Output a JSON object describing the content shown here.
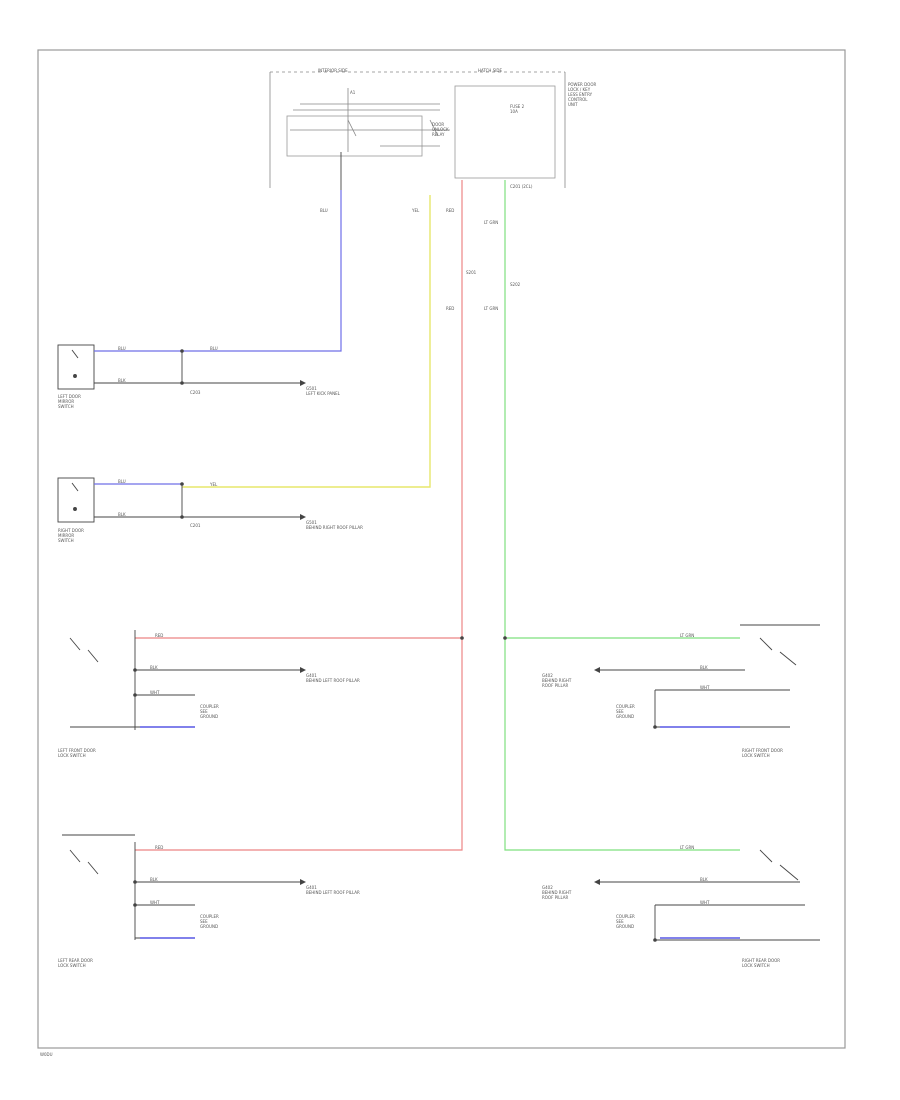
{
  "colors": {
    "frame": "#888888",
    "wire_black": "#333333",
    "wire_blue": "#6f6fe8",
    "wire_yellow": "#e7e76b",
    "wire_red": "#ec8585",
    "wire_green": "#7ee07e",
    "text": "#555555"
  },
  "page_code": "W0DU",
  "control_unit": {
    "header_left": "INTERIOR SIDE",
    "header_right": "HATCH SIDE",
    "desc": "POWER DOOR\nLOCK / KEY\nLESS ENTRY\nCONTROL\nUNIT",
    "relay_label": "DOOR\nUNLOCK\nRELAY",
    "fuse_label": "FUSE 2\n10A",
    "connector": "C201 (2CL)",
    "pin_left": "A1"
  },
  "wires": {
    "blu": "BLU",
    "yel": "YEL",
    "red": "RED",
    "lt_grn": "LT GRN",
    "blk": "BLK",
    "wht": "WHT"
  },
  "splices": {
    "s1": "C203",
    "s2": "C201",
    "s3": "S201",
    "s4": "S202"
  },
  "grounds": {
    "g1": "G501\nLEFT KICK PANEL",
    "g2": "G501\nBEHIND RIGHT ROOF PILLAR",
    "g3": "G401\nBEHIND LEFT ROOF PILLAR",
    "g4": "G401\nBEHIND LEFT ROOF PILLAR",
    "g5": "G402\nBEHIND RIGHT\nROOF PILLAR",
    "g6": "G402\nBEHIND RIGHT\nROOF PILLAR"
  },
  "components": {
    "left_mirror": "LEFT DOOR\nMIRROR\nSWITCH",
    "right_mirror": "RIGHT DOOR\nMIRROR\nSWITCH",
    "lf_lock": "LEFT FRONT DOOR\nLOCK SWITCH",
    "lr_lock": "LEFT REAR DOOR\nLOCK SWITCH",
    "rf_lock": "RIGHT FRONT DOOR\nLOCK SWITCH",
    "rr_lock": "RIGHT REAR DOOR\nLOCK SWITCH",
    "coupler_1": "COUPLER\nSEE\nGROUND",
    "coupler_2": "COUPLER\nSEE\nGROUND",
    "coupler_3": "COUPLER\nSEE\nGROUND",
    "coupler_4": "COUPLER\nSEE\nGROUND"
  }
}
